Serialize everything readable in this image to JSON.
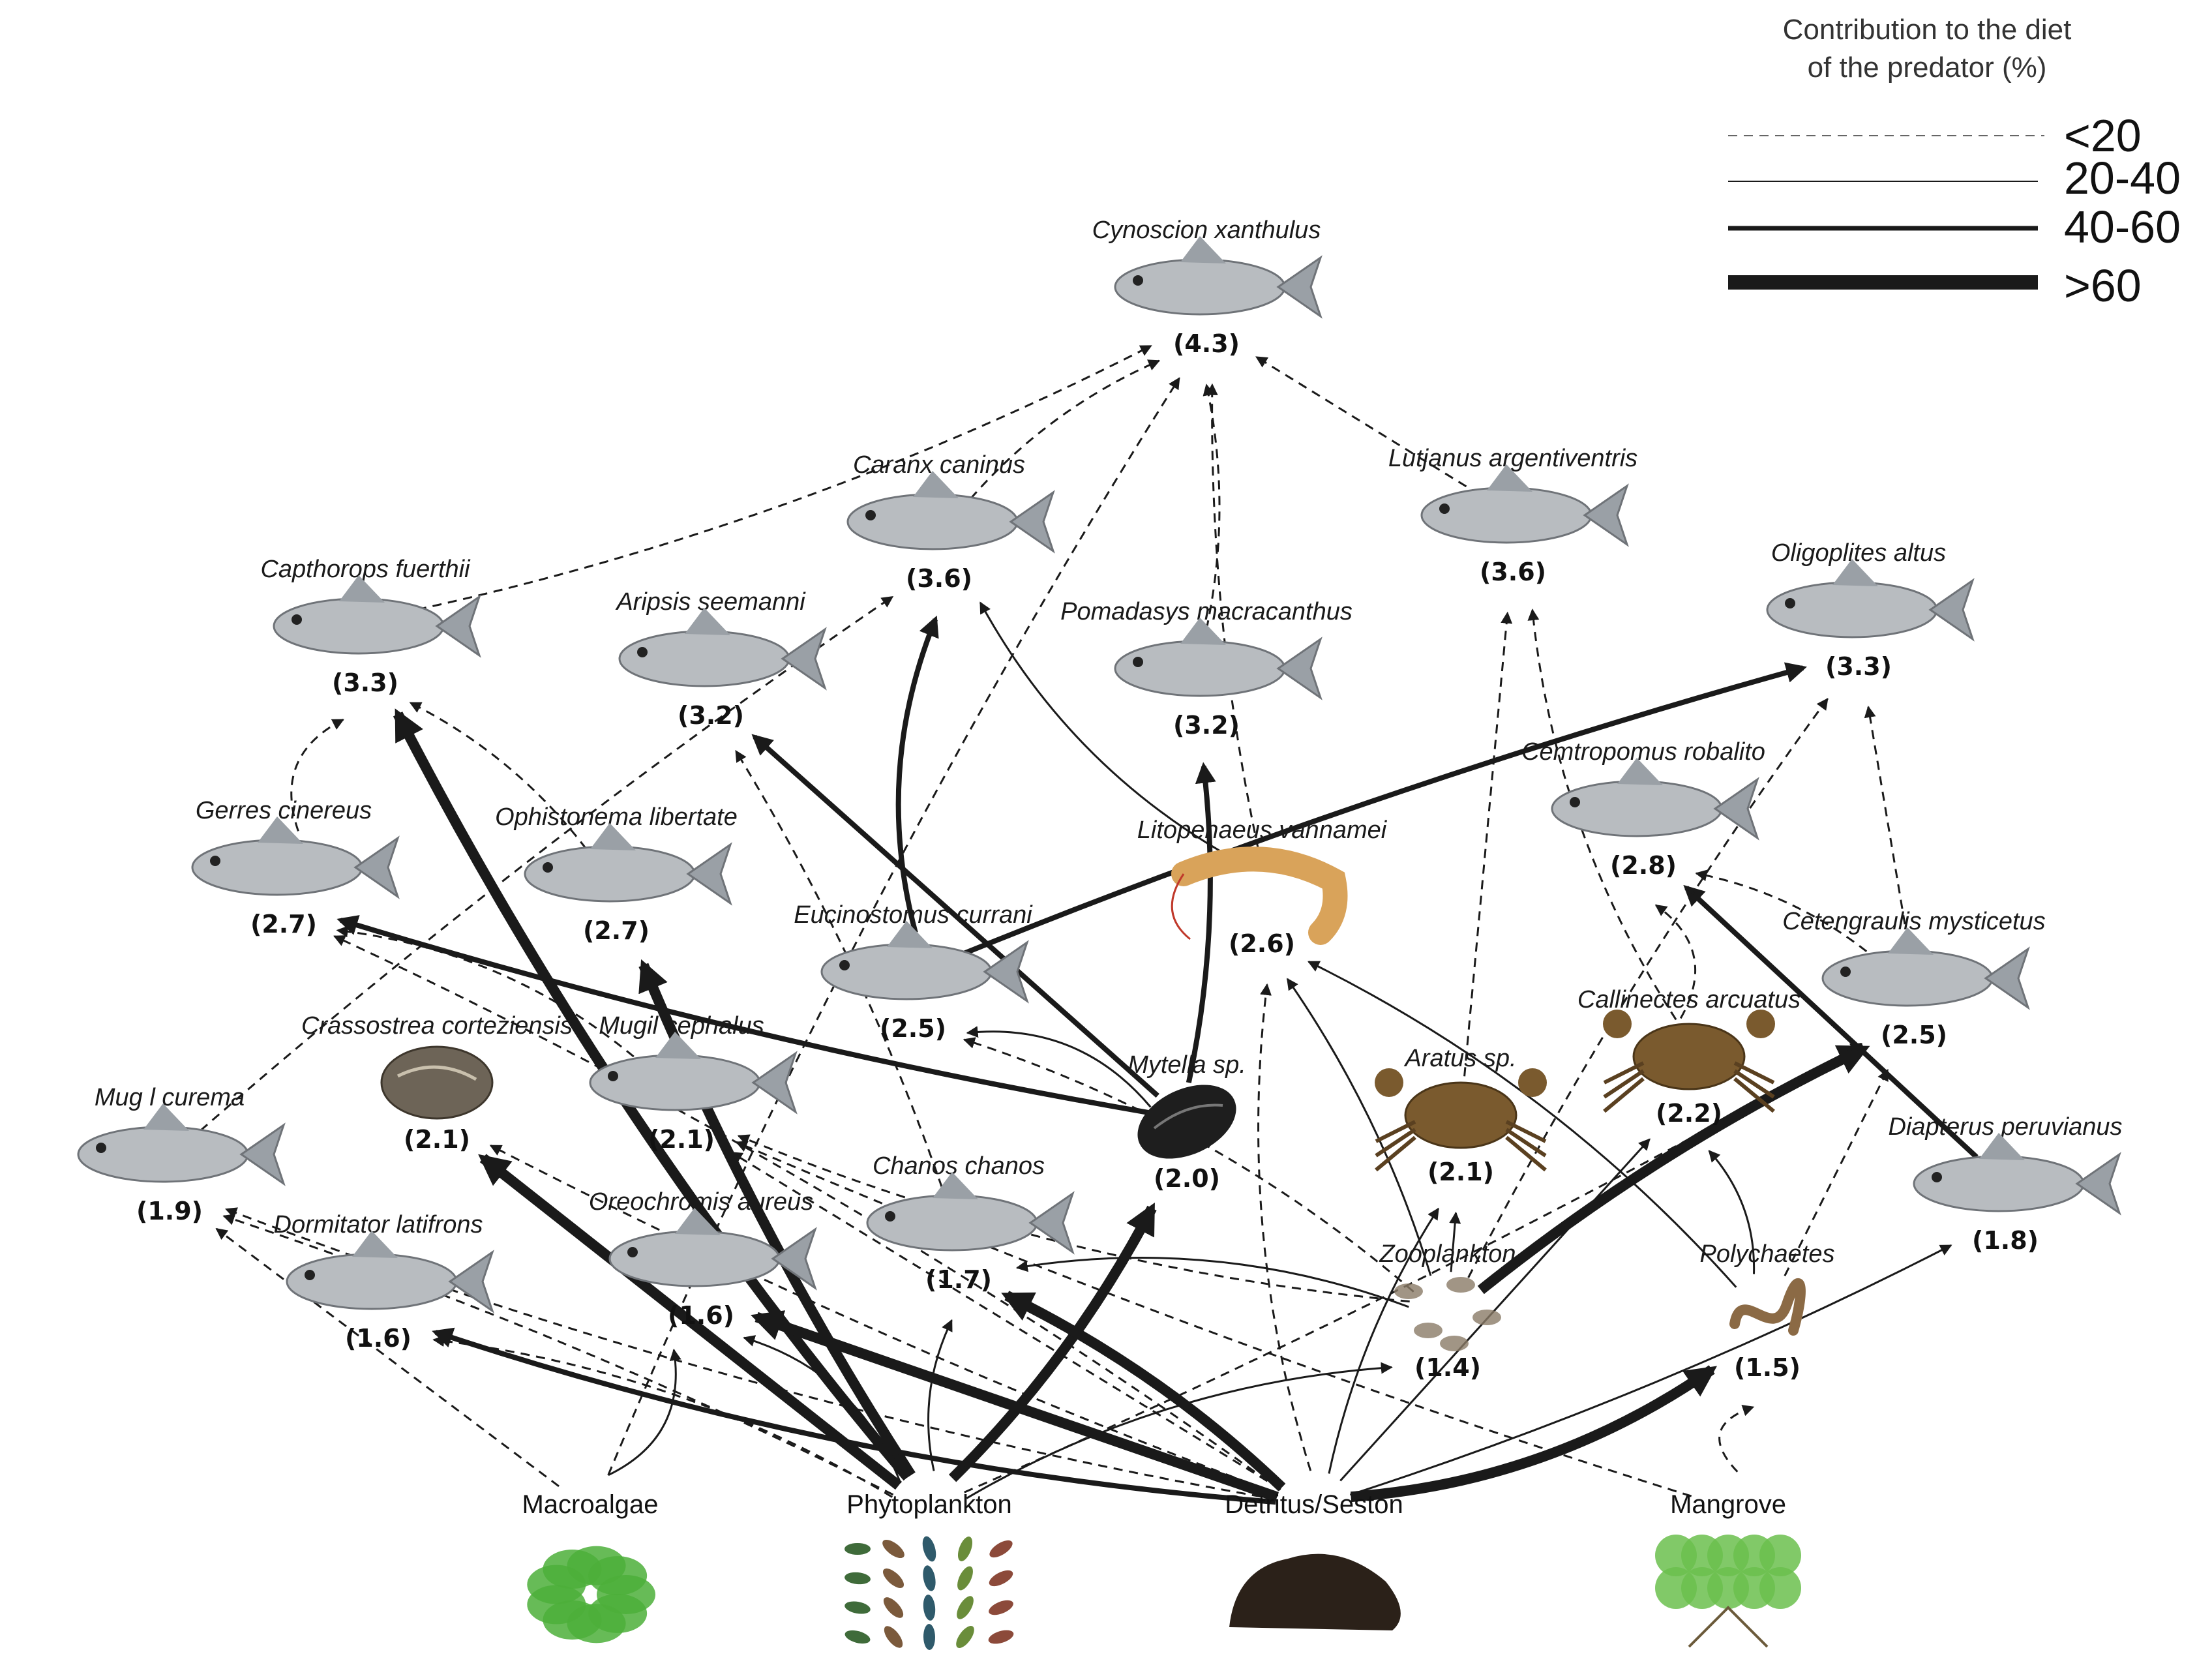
{
  "legend": {
    "title_line1": "Contribution to the diet",
    "title_line2": "of the predator (%)",
    "items": [
      {
        "label": "<20",
        "style": "dashed"
      },
      {
        "label": "20-40",
        "style": "thin"
      },
      {
        "label": "40-60",
        "style": "medium"
      },
      {
        "label": ">60",
        "style": "thick"
      }
    ]
  },
  "species": [
    {
      "id": "cyn",
      "name": "Cynoscion xanthulus",
      "level": "(4.3)",
      "icon": "fish"
    },
    {
      "id": "car",
      "name": "Caranx caninus",
      "level": "(3.6)",
      "icon": "fish"
    },
    {
      "id": "lut",
      "name": "Lutjanus argentiventris",
      "level": "(3.6)",
      "icon": "fish"
    },
    {
      "id": "cap",
      "name": "Capthorops fuerthii",
      "level": "(3.3)",
      "icon": "fish"
    },
    {
      "id": "ari",
      "name": "Aripsis seemanni",
      "level": "(3.2)",
      "icon": "fish"
    },
    {
      "id": "pom",
      "name": "Pomadasys macracanthus",
      "level": "(3.2)",
      "icon": "fish"
    },
    {
      "id": "oli",
      "name": "Oligoplites altus",
      "level": "(3.3)",
      "icon": "fish"
    },
    {
      "id": "cem",
      "name": "Cemtropomus robalito",
      "level": "(2.8)",
      "icon": "fish"
    },
    {
      "id": "ger",
      "name": "Gerres cinereus",
      "level": "(2.7)",
      "icon": "fish"
    },
    {
      "id": "oph",
      "name": "Ophistonema libertate",
      "level": "(2.7)",
      "icon": "fish"
    },
    {
      "id": "lit",
      "name": "Litopenaeus vannamei",
      "level": "(2.6)",
      "icon": "shrimp"
    },
    {
      "id": "euc",
      "name": "Eucinostomus currani",
      "level": "(2.5)",
      "icon": "fish"
    },
    {
      "id": "cet",
      "name": "Cetengraulis mysticetus",
      "level": "(2.5)",
      "icon": "fish"
    },
    {
      "id": "cal",
      "name": "Callinectes arcuatus",
      "level": "(2.2)",
      "icon": "crab"
    },
    {
      "id": "cra",
      "name": "Crassostrea corteziensis",
      "level": "(2.1)",
      "icon": "oyster"
    },
    {
      "id": "mce",
      "name": "Mugil cephalus",
      "level": "(2.1)",
      "icon": "fish"
    },
    {
      "id": "ara",
      "name": "Aratus sp.",
      "level": "(2.1)",
      "icon": "crab"
    },
    {
      "id": "myt",
      "name": "Mytella sp.",
      "level": "(2.0)",
      "icon": "mussel"
    },
    {
      "id": "mcu",
      "name": "Mug l curema",
      "level": "(1.9)",
      "icon": "fish"
    },
    {
      "id": "dia",
      "name": "Diapterus peruvianus",
      "level": "(1.8)",
      "icon": "fish"
    },
    {
      "id": "cha",
      "name": "Chanos chanos",
      "level": "(1.7)",
      "icon": "fish"
    },
    {
      "id": "dor",
      "name": "Dormitator latifrons",
      "level": "(1.6)",
      "icon": "fish"
    },
    {
      "id": "ore",
      "name": "Oreochromis aureus",
      "level": "(1.6)",
      "icon": "fish"
    },
    {
      "id": "zoo",
      "name": "Zooplankton",
      "level": "(1.4)",
      "icon": "zooplankton"
    },
    {
      "id": "pol",
      "name": "Polychaetes",
      "level": "(1.5)",
      "icon": "worm"
    }
  ],
  "sources": [
    {
      "id": "mac",
      "name": "Macroalgae",
      "icon": "algae"
    },
    {
      "id": "phy",
      "name": "Phytoplankton",
      "icon": "phytoplankton"
    },
    {
      "id": "det",
      "name": "Detritus/Seston",
      "icon": "detritus"
    },
    {
      "id": "man",
      "name": "Mangrove",
      "icon": "mangrove"
    }
  ],
  "colors": {
    "line": "#1a1a1a",
    "fish_body": "#b8bcc0",
    "algae": "#4caf3a",
    "detritus": "#2b2119",
    "mangrove": "#6bbf4e"
  },
  "links": [
    {
      "from": "phy",
      "to": "cap",
      "contribution": ">60"
    },
    {
      "from": "phy",
      "to": "oph",
      "contribution": ">60"
    },
    {
      "from": "phy",
      "to": "cra",
      "contribution": ">60"
    },
    {
      "from": "phy",
      "to": "myt",
      "contribution": ">60"
    },
    {
      "from": "phy",
      "to": "ore",
      "contribution": "20-40"
    },
    {
      "from": "phy",
      "to": "zoo",
      "contribution": "20-40"
    },
    {
      "from": "phy",
      "to": "cha",
      "contribution": "20-40"
    },
    {
      "from": "det",
      "to": "ore",
      "contribution": ">60"
    },
    {
      "from": "det",
      "to": "cha",
      "contribution": ">60"
    },
    {
      "from": "det",
      "to": "pol",
      "contribution": ">60"
    },
    {
      "from": "det",
      "to": "dor",
      "contribution": "40-60"
    },
    {
      "from": "det",
      "to": "ara",
      "contribution": "20-40"
    },
    {
      "from": "det",
      "to": "cal",
      "contribution": "20-40"
    },
    {
      "from": "det",
      "to": "dia",
      "contribution": "20-40"
    },
    {
      "from": "mac",
      "to": "ore",
      "contribution": "20-40"
    },
    {
      "from": "mac",
      "to": "cyn",
      "contribution": "<20"
    },
    {
      "from": "zoo",
      "to": "cet",
      "contribution": ">60"
    },
    {
      "from": "zoo",
      "to": "ara",
      "contribution": "20-40"
    },
    {
      "from": "zoo",
      "to": "lit",
      "contribution": "20-40"
    },
    {
      "from": "zoo",
      "to": "cha",
      "contribution": "20-40"
    },
    {
      "from": "zoo",
      "to": "mce",
      "contribution": "<20"
    },
    {
      "from": "myt",
      "to": "ger",
      "contribution": "40-60"
    },
    {
      "from": "myt",
      "to": "ari",
      "contribution": "40-60"
    },
    {
      "from": "myt",
      "to": "pom",
      "contribution": "40-60"
    },
    {
      "from": "myt",
      "to": "euc",
      "contribution": "20-40"
    },
    {
      "from": "euc",
      "to": "car",
      "contribution": "40-60"
    },
    {
      "from": "euc",
      "to": "oli",
      "contribution": "40-60"
    },
    {
      "from": "dia",
      "to": "cem",
      "contribution": "40-60"
    },
    {
      "from": "pol",
      "to": "cal",
      "contribution": "20-40"
    },
    {
      "from": "pol",
      "to": "lit",
      "contribution": "20-40"
    },
    {
      "from": "lit",
      "to": "car",
      "contribution": "20-40"
    },
    {
      "from": "car",
      "to": "cyn",
      "contribution": "<20"
    },
    {
      "from": "lut",
      "to": "cyn",
      "contribution": "<20"
    },
    {
      "from": "pom",
      "to": "cyn",
      "contribution": "<20"
    },
    {
      "from": "cap",
      "to": "cyn",
      "contribution": "<20"
    },
    {
      "from": "ger",
      "to": "cap",
      "contribution": "<20"
    },
    {
      "from": "mcu",
      "to": "car",
      "contribution": "<20"
    },
    {
      "from": "cet",
      "to": "oli",
      "contribution": "<20"
    },
    {
      "from": "cet",
      "to": "cem",
      "contribution": "<20"
    },
    {
      "from": "cal",
      "to": "cem",
      "contribution": "<20"
    },
    {
      "from": "cal",
      "to": "lut",
      "contribution": "<20"
    },
    {
      "from": "lit",
      "to": "cyn",
      "contribution": "<20"
    },
    {
      "from": "ara",
      "to": "lut",
      "contribution": "<20"
    },
    {
      "from": "oph",
      "to": "cap",
      "contribution": "<20"
    },
    {
      "from": "mce",
      "to": "ger",
      "contribution": "<20"
    },
    {
      "from": "det",
      "to": "mcu",
      "contribution": "<20"
    },
    {
      "from": "det",
      "to": "cra",
      "contribution": "<20"
    },
    {
      "from": "det",
      "to": "mce",
      "contribution": "<20"
    },
    {
      "from": "phy",
      "to": "mcu",
      "contribution": "<20"
    },
    {
      "from": "phy",
      "to": "dor",
      "contribution": "<20"
    },
    {
      "from": "man",
      "to": "pol",
      "contribution": "<20"
    },
    {
      "from": "man",
      "to": "mce",
      "contribution": "<20"
    },
    {
      "from": "mac",
      "to": "mcu",
      "contribution": "<20"
    },
    {
      "from": "cha",
      "to": "ari",
      "contribution": "<20"
    },
    {
      "from": "zoo",
      "to": "euc",
      "contribution": "<20"
    },
    {
      "from": "det",
      "to": "lit",
      "contribution": "<20"
    },
    {
      "from": "zoo",
      "to": "oli",
      "contribution": "<20"
    },
    {
      "from": "pol",
      "to": "cet",
      "contribution": "<20"
    },
    {
      "from": "phy",
      "to": "cet",
      "contribution": "<20"
    },
    {
      "from": "det",
      "to": "ger",
      "contribution": "<20"
    }
  ]
}
